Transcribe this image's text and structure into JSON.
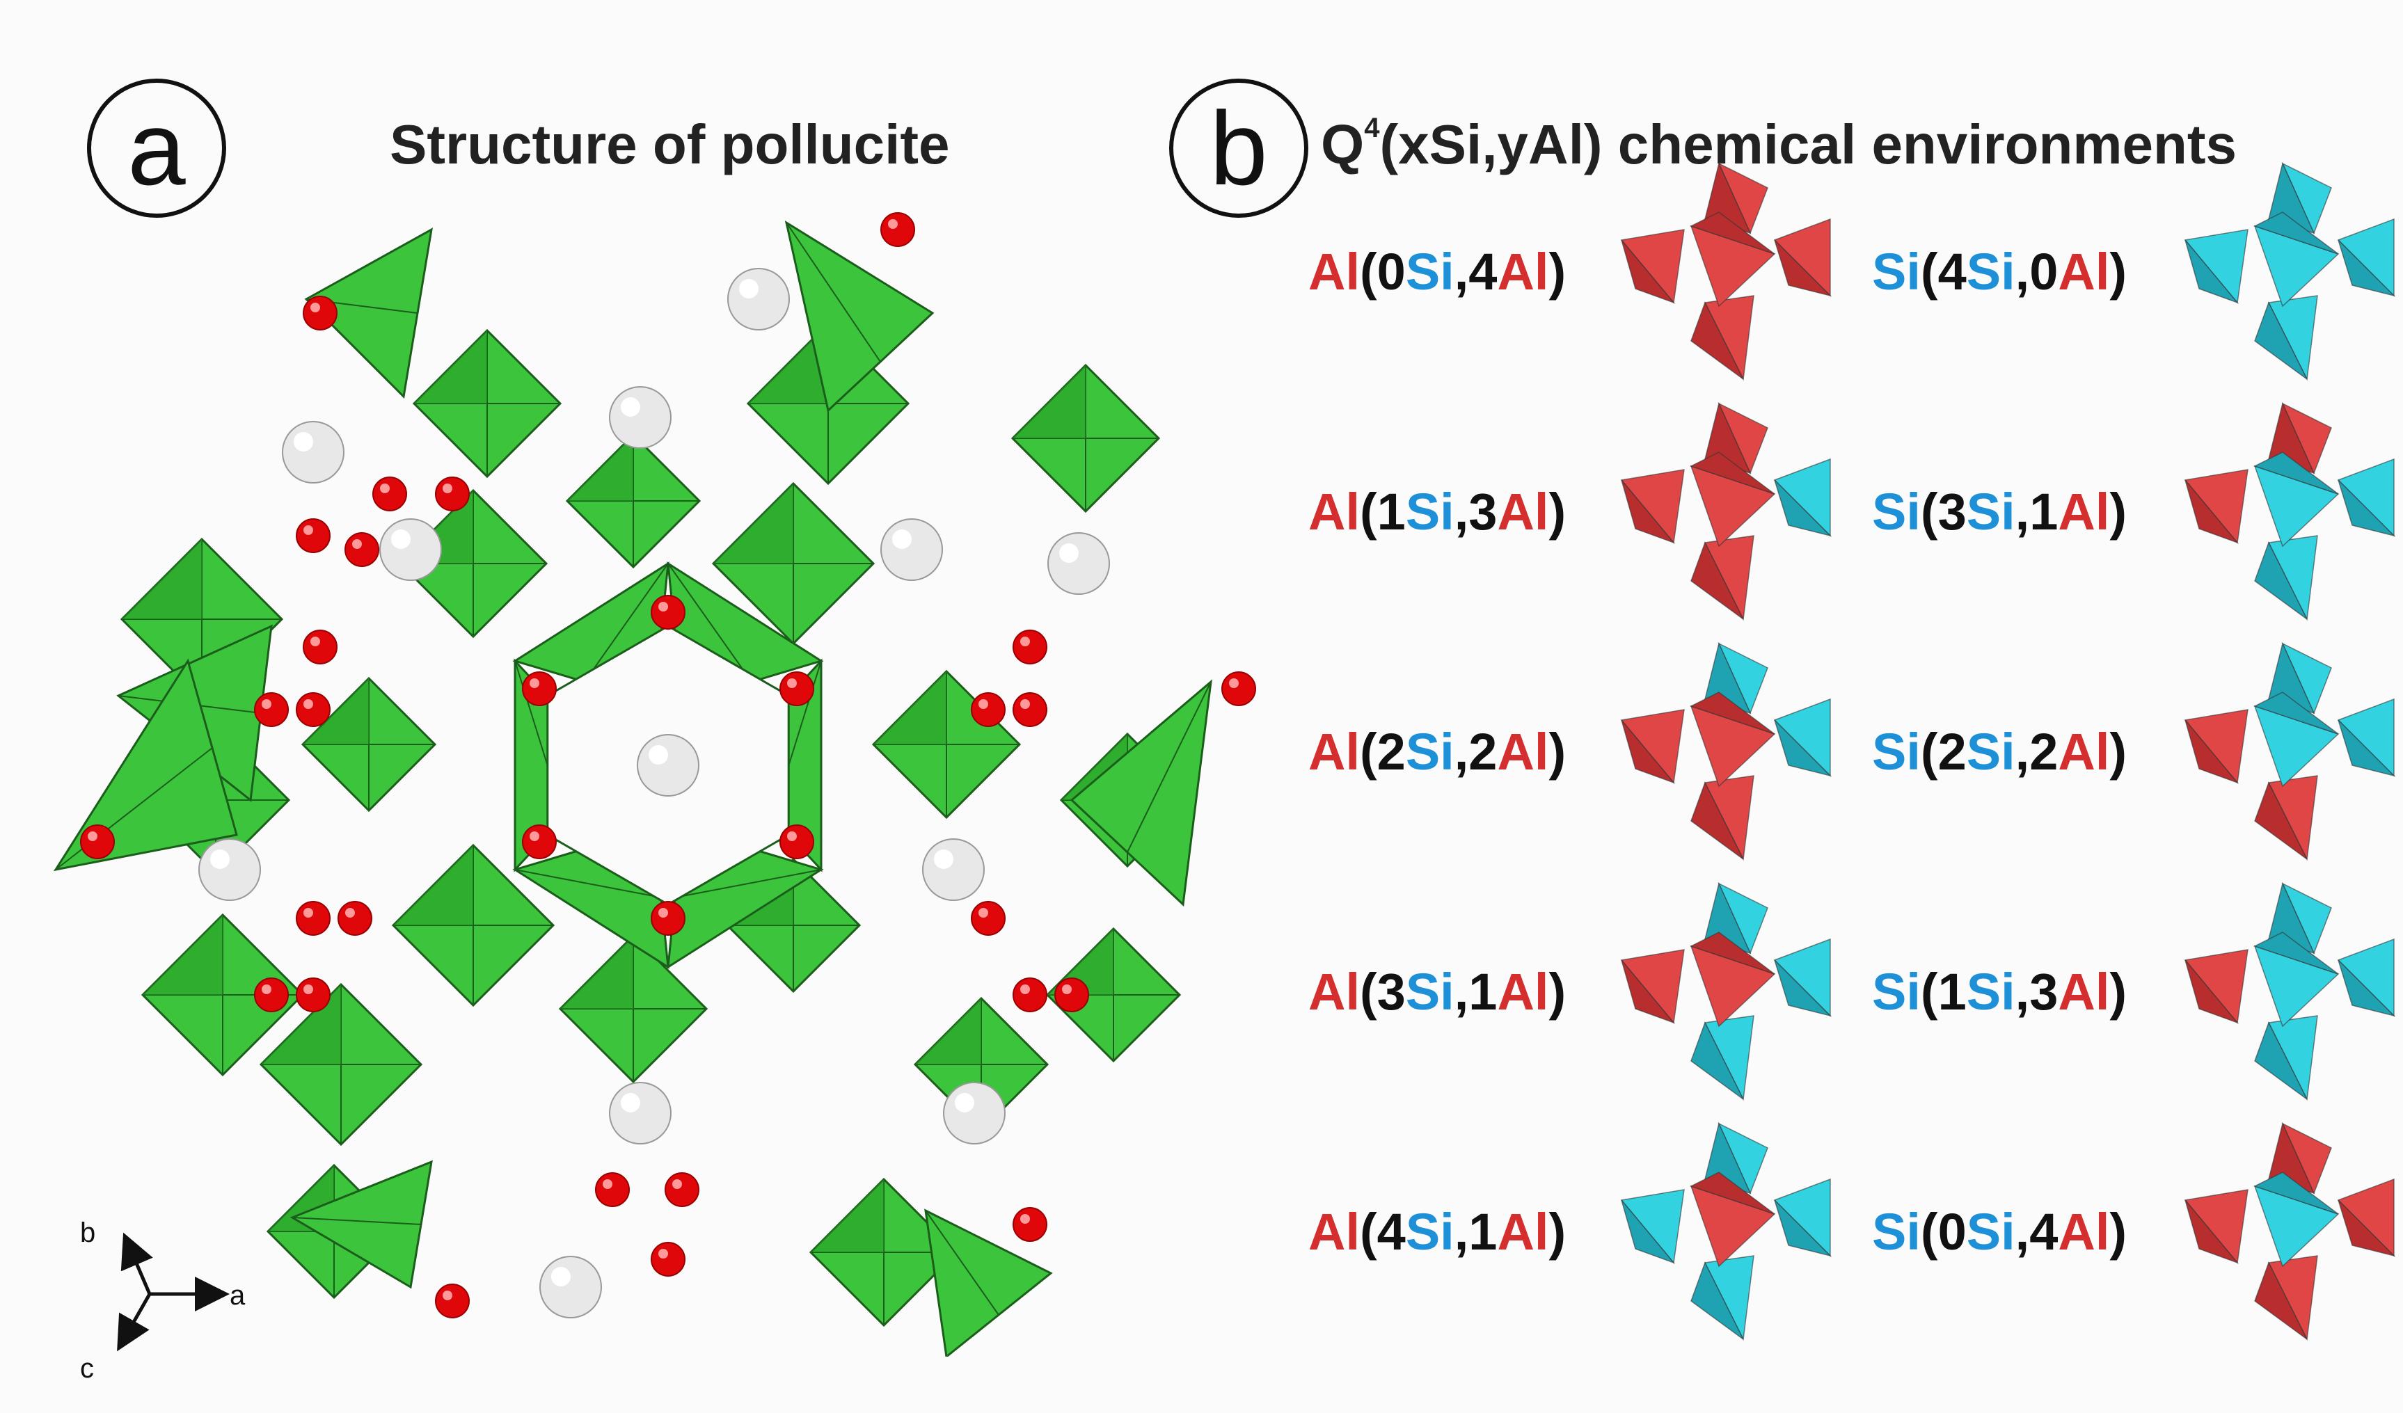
{
  "panel_a": {
    "letter": "a",
    "title": "Structure of pollucite",
    "axes": {
      "a": "a",
      "b": "b",
      "c": "c"
    }
  },
  "panel_b": {
    "letter": "b",
    "title_prefix": "Q",
    "title_sup": "4",
    "title_rest": "(xSi,yAl) chemical environments",
    "environments": [
      {
        "center": "Al",
        "si": "0",
        "al": "4",
        "si_label": "Si",
        "al_label": "Al",
        "arms": [
          "Al",
          "Al",
          "Al",
          "Al"
        ]
      },
      {
        "center": "Si",
        "si": "4",
        "al": "0",
        "si_label": "Si",
        "al_label": "Al",
        "arms": [
          "Si",
          "Si",
          "Si",
          "Si"
        ]
      },
      {
        "center": "Al",
        "si": "1",
        "al": "3",
        "si_label": "Si",
        "al_label": "Al",
        "arms": [
          "Al",
          "Si",
          "Al",
          "Al"
        ]
      },
      {
        "center": "Si",
        "si": "3",
        "al": "1",
        "si_label": "Si",
        "al_label": "Al",
        "arms": [
          "Al",
          "Si",
          "Si",
          "Al"
        ]
      },
      {
        "center": "Al",
        "si": "2",
        "al": "2",
        "si_label": "Si",
        "al_label": "Al",
        "arms": [
          "Si",
          "Si",
          "Al",
          "Al"
        ]
      },
      {
        "center": "Si",
        "si": "2",
        "al": "2",
        "si_label": "Si",
        "al_label": "Al",
        "arms": [
          "Si",
          "Si",
          "Al",
          "Al"
        ]
      },
      {
        "center": "Al",
        "si": "3",
        "al": "1",
        "si_label": "Si",
        "al_label": "Al",
        "arms": [
          "Si",
          "Si",
          "Si",
          "Al"
        ]
      },
      {
        "center": "Si",
        "si": "1",
        "al": "3",
        "si_label": "Si",
        "al_label": "Al",
        "arms": [
          "Si",
          "Si",
          "Si",
          "Al"
        ]
      },
      {
        "center": "Al",
        "si": "4",
        "al": "1",
        "si_label": "Si",
        "al_label": "Al",
        "arms": [
          "Si",
          "Si",
          "Si",
          "Si"
        ]
      },
      {
        "center": "Si",
        "si": "0",
        "al": "4",
        "si_label": "Si",
        "al_label": "Al",
        "arms": [
          "Al",
          "Al",
          "Al",
          "Al"
        ]
      }
    ]
  },
  "colors": {
    "al": "#e04646",
    "al_dark": "#b82e2e",
    "si": "#33d2e0",
    "si_dark": "#1fa3b3",
    "framework": "#3cc43c",
    "framework_dark": "#249a24",
    "oxygen": "#e0070b",
    "cesium": "#e8e8e8"
  }
}
